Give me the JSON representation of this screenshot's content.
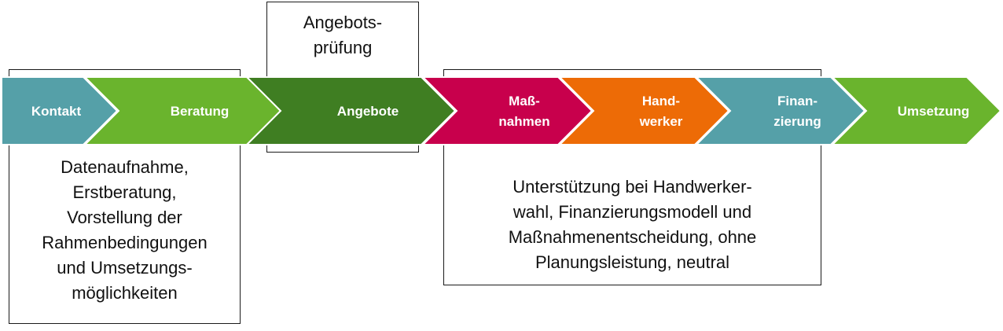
{
  "boxes": {
    "angebotspruefung": "Angebots-\nprüfung",
    "datenaufnahme": "Datenaufnahme,\nErstberatung,\nVorstellung der\nRahmenbedingungen\nund Umsetzungs-\nmöglichkeiten",
    "unterstuetzung": "Unterstützung bei Handwerker-\nwahl, Finanzierungsmodell und\nMaßnahmenentscheidung, ohne\nPlanungsleistung, neutral"
  },
  "steps": [
    {
      "lines": [
        "Kontakt"
      ],
      "color": "#55a0a8"
    },
    {
      "lines": [
        "Beratung"
      ],
      "color": "#6ab42d"
    },
    {
      "lines": [
        "Angebote"
      ],
      "color": "#3f7e22"
    },
    {
      "lines": [
        "Maß-",
        "nahmen"
      ],
      "color": "#c8004c"
    },
    {
      "lines": [
        "Hand-",
        "werker"
      ],
      "color": "#ed6b06"
    },
    {
      "lines": [
        "Finan-",
        "zierung"
      ],
      "color": "#55a0a8"
    },
    {
      "lines": [
        "Umsetzung"
      ],
      "color": "#6ab42d"
    }
  ]
}
